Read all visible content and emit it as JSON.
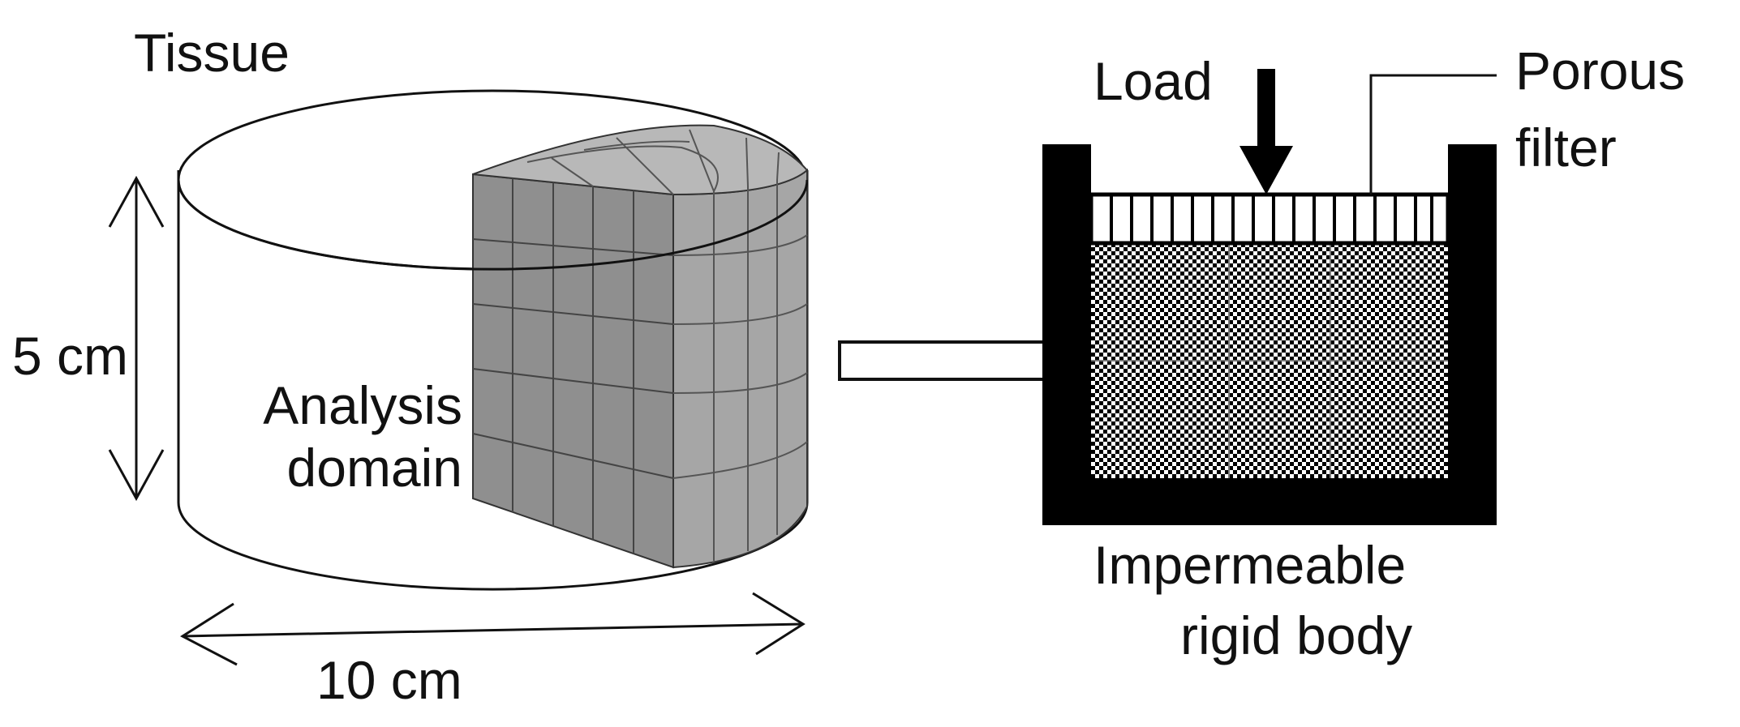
{
  "labels": {
    "tissue": "Tissue",
    "height": "5 cm",
    "diameter": "10 cm",
    "analysis_line1": "Analysis",
    "analysis_line2": "domain",
    "load": "Load",
    "porous_line1": "Porous",
    "porous_line2": "filter",
    "impermeable_line1": "Impermeable",
    "impermeable_line2": "rigid body"
  },
  "colors": {
    "line": "#111111",
    "mesh_front": "#8f8f8f",
    "mesh_side": "#a6a6a6",
    "mesh_top": "#b8b8b8",
    "container": "#000000",
    "filter_bg": "#ffffff"
  }
}
